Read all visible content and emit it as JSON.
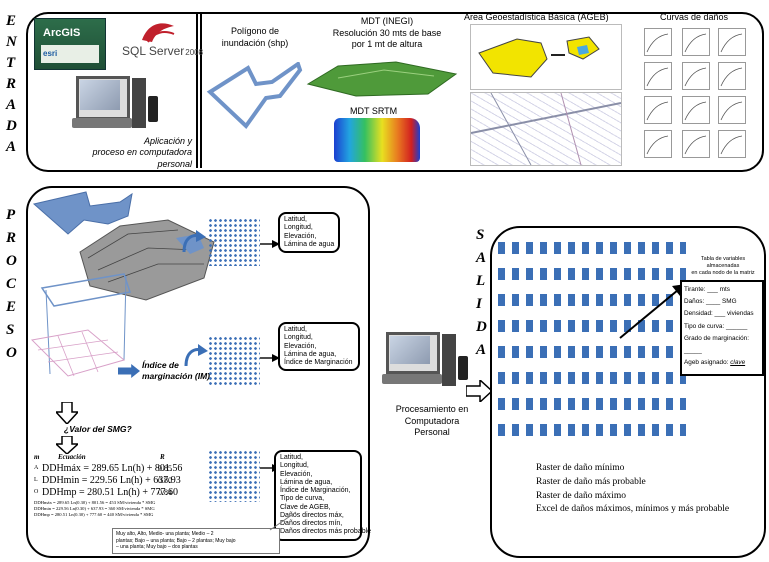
{
  "entrada": {
    "side_label": [
      "E",
      "N",
      "T",
      "R",
      "A",
      "D",
      "A"
    ],
    "software": {
      "arcgis": "ArcGIS",
      "esri": "esri",
      "sqlserver": "SQL Server",
      "sqlserver_version": "2008"
    },
    "pc_caption": [
      "Aplicación y",
      "proceso en computadora",
      "personal"
    ],
    "poligono": [
      "Polígono de",
      "inundación (shp)"
    ],
    "mdt_inegi": [
      "MDT  (INEGI)",
      "Resolución 30 mts de base",
      "por 1 mt de altura"
    ],
    "mdt_srtm": "MDT  SRTM",
    "ageb_title": "Área Geoestadística Básica (AGEB)",
    "curvas_title": "Curvas de daños"
  },
  "proceso": {
    "side_label": [
      "P",
      "R",
      "O",
      "C",
      "E",
      "S",
      "O"
    ],
    "varbox1": [
      "Latitud,",
      "Longitud,",
      "Elevación,",
      "Lámina de agua"
    ],
    "varbox2": [
      "Latitud,",
      "Longitud,",
      "Elevación,",
      "Lámina de agua,",
      "Índice de Marginación"
    ],
    "varbox3": [
      "Latitud,",
      "Longitud,",
      "Elevación,",
      "Lámina de agua,",
      "Índice de Marginación,",
      "Tipo de curva,",
      "Clave de AGEB,",
      "Daños directos máx,",
      "Daños directos mín,",
      "Daños directos más probable"
    ],
    "im_label": [
      "Índice de",
      "marginación (IM)"
    ],
    "smg_question": "¿Valor del SMG?",
    "eq_header": {
      "m": "m",
      "ecuacion": "Ecuación",
      "r": "R"
    },
    "equations": [
      {
        "key": "A",
        "eq": "DDHmáx = 289.65 Ln(h) + 801.56",
        "r": "0.85"
      },
      {
        "key": "L",
        "eq": "DDHmin = 229.56 Ln(h) + 637.93",
        "r": "0.80"
      },
      {
        "key": "O",
        "eq": "DDHmp = 280.51 Ln(h) + 777.60",
        "r": "0.84"
      }
    ],
    "eq_notes": [
      "DDHmáx = 289.65 Ln(0.30) + 801.56 = 453 SM/vivienda * SMG",
      "DDHmin = 229.56 Ln(0.30) + 637.93 = 360 SM/vivienda * SMG",
      "DDHmp = 280.51 Ln(0.30) + 777.60 = 440 SM/vivienda * SMG"
    ],
    "legend_note": [
      "Muy alto, Alto, Medio- una  planta; Medio – 2",
      "plantas; Bajo – una planta; Bajo – 2 plantas; Muy bajo",
      "– una planta; Muy bajo – dos plantas"
    ]
  },
  "procesamiento": [
    "Procesamiento en",
    "Computadora",
    "Personal"
  ],
  "salida": {
    "side_label": [
      "S",
      "A",
      "L",
      "I",
      "D",
      "A"
    ],
    "table_title": [
      "Tabla de variables almacenadas",
      "en cada nodo de la matriz"
    ],
    "fields": [
      {
        "label": "Tirante: ___ mts"
      },
      {
        "label": "Daños: ____ SMG"
      },
      {
        "label": "Densidad: ___ viviendas"
      },
      {
        "label": "Tipo de curva: ______"
      },
      {
        "label": "Grado de marginación: _____"
      },
      {
        "label": "Ageb asignado: ",
        "value": "clave"
      }
    ],
    "outputs": [
      "Raster de daño mínimo",
      "Raster de daño más probable",
      "Raster de daño máximo",
      "Excel de daños máximos, mínimos y más probable"
    ]
  },
  "colors": {
    "accent_blue": "#3b6fb6",
    "polygon_blue": "#6f93c8",
    "terrain_green": "#4f9a3a",
    "ageb_yellow": "#f2e400"
  }
}
